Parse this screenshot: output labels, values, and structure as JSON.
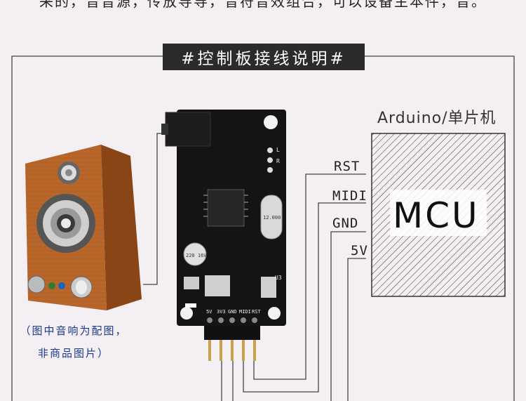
{
  "header_fragment": "采的，音音源，传放导导，音符音效组合，可以设备主本件，音。",
  "banner_title": "#控制板接线说明#",
  "mcu": {
    "platform_label": "Arduino/单片机",
    "box_label": "MCU"
  },
  "pins": {
    "rst": "RST",
    "midi": "MIDI",
    "gnd": "GND",
    "v5": "5V"
  },
  "caption": {
    "line1": "（图中音响为配图，",
    "line2": "非商品图片）"
  },
  "board": {
    "header_pins": [
      "5V",
      "3V3",
      "GND",
      "MIDI",
      "RST"
    ],
    "crystal_label": "12.000",
    "cap_label": "220 16V",
    "side_labels": [
      "L",
      "R"
    ],
    "chip_label": "U3"
  },
  "colors": {
    "background": "#f4eff2",
    "banner": "#2b2b2b",
    "caption": "#1b3a8a",
    "wire": "#444444"
  }
}
